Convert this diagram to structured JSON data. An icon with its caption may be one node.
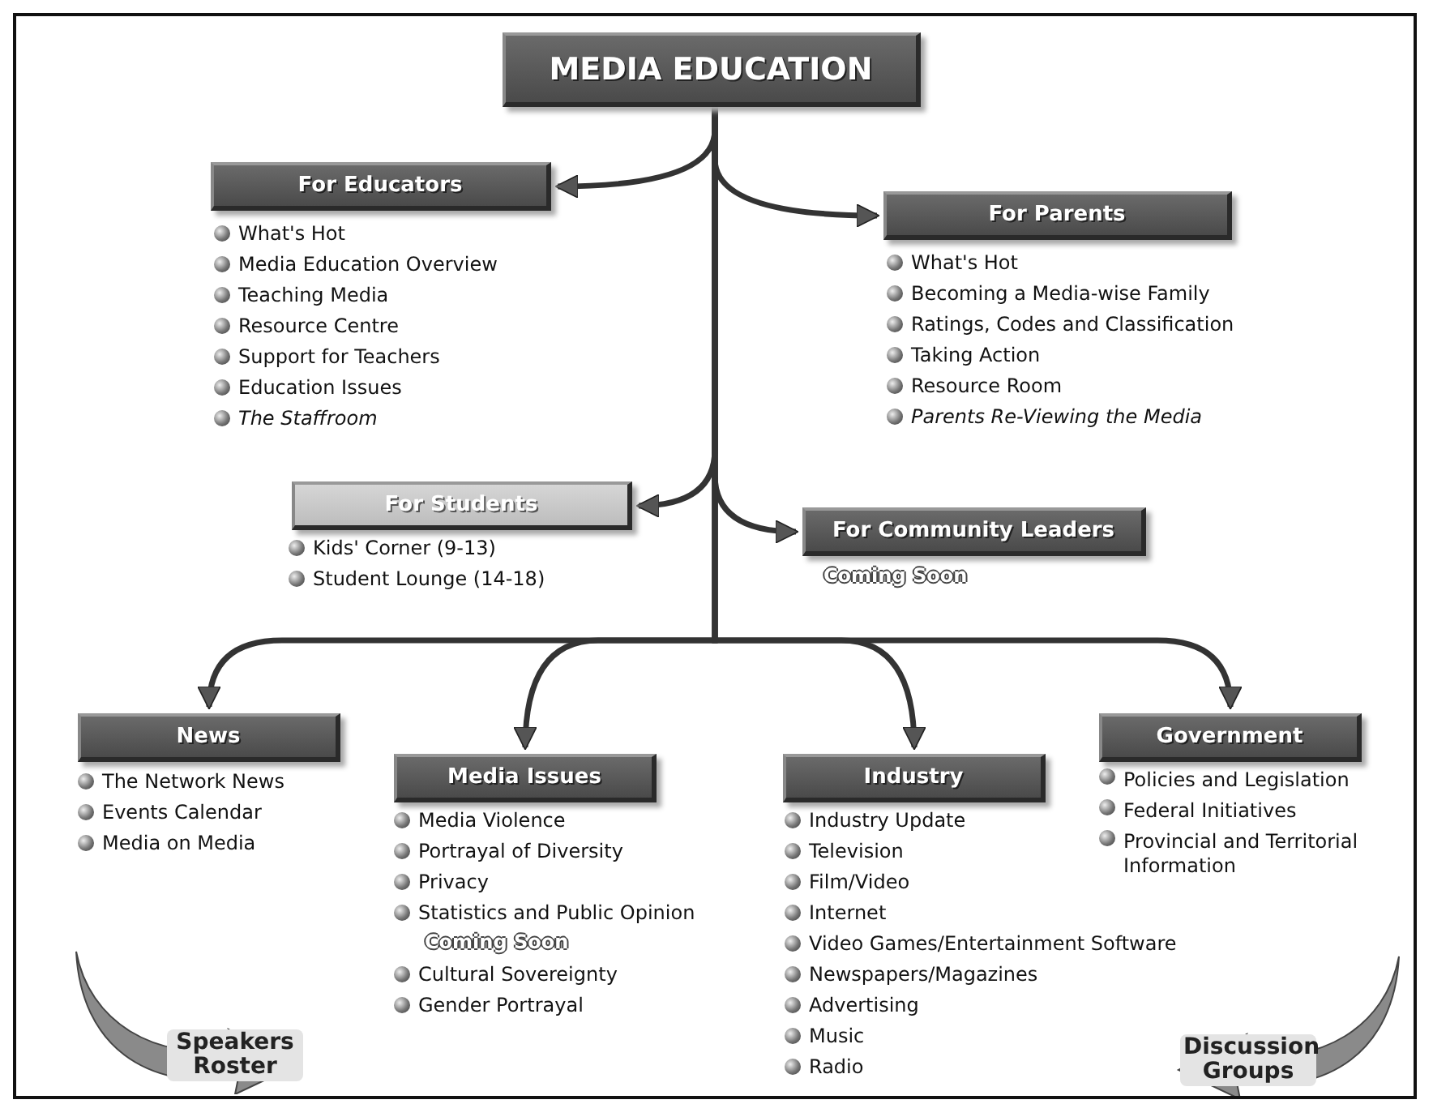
{
  "diagram": {
    "nodes": [
      {
        "text": [
          "MEDIA EDUCATION"
        ]
      },
      {
        "text": [
          "For Educators"
        ],
        "beside": [
          "What's Hot",
          "Media Education Overview",
          "Teaching Media",
          "Resource Centre",
          "Support for Teachers",
          "Education Issues",
          "*The Staffroom*"
        ]
      },
      {
        "text": [
          "For Parents"
        ],
        "beside": [
          "What's Hot",
          "Becoming a Media-wise Family",
          "Ratings, Codes and Classification",
          "Taking Action",
          "Resource Room",
          "*Parents Re-Viewing the Media*"
        ]
      },
      {
        "text": [
          "For Students"
        ],
        "beside": [
          "Kids' Corner (9-13)",
          "Student Lounge (14-18)"
        ]
      },
      {
        "text": [
          "For Community Leaders"
        ],
        "beside": [
          "Coming Soon"
        ]
      },
      {
        "text": [
          "News"
        ],
        "beside": [
          "The Network News",
          "Events Calendar",
          "Media on Media"
        ]
      },
      {
        "text": [
          "Media Issues"
        ],
        "beside": [
          "Media Violence",
          "Portrayal of Diversity",
          "Privacy",
          "Statistics and Public Opinion",
          "Cultural Sovereignty",
          "Gender Portrayal"
        ]
      },
      {
        "text": [
          "Industry"
        ],
        "beside": [
          "Industry Update",
          "Television",
          "Film/Video",
          "Internet",
          "Video Games/Entertainment Software",
          "Newspapers/Magazines",
          "Advertising",
          "Music",
          "Radio"
        ]
      },
      {
        "text": [
          "Government"
        ],
        "beside": [
          "Policies and Legislation",
          "Federal Initiatives",
          "Provincial and Territorial Information"
        ]
      },
      {
        "text": [
          "Speakers Roster"
        ]
      },
      {
        "text": [
          "Discussion Groups"
        ]
      }
    ],
    "edges": [
      {
        "from": 0,
        "to": 1,
        "arrow": "to"
      },
      {
        "from": 0,
        "to": 2,
        "arrow": "to"
      },
      {
        "from": 0,
        "to": 3,
        "arrow": "to"
      },
      {
        "from": 0,
        "to": 4,
        "arrow": "to"
      },
      {
        "from": 0,
        "to": 5,
        "arrow": "to"
      },
      {
        "from": 0,
        "to": 6,
        "arrow": "to"
      },
      {
        "from": 0,
        "to": 7,
        "arrow": "to"
      },
      {
        "from": 0,
        "to": 8,
        "arrow": "to"
      }
    ],
    "labels": [
      "Coming Soon"
    ]
  }
}
